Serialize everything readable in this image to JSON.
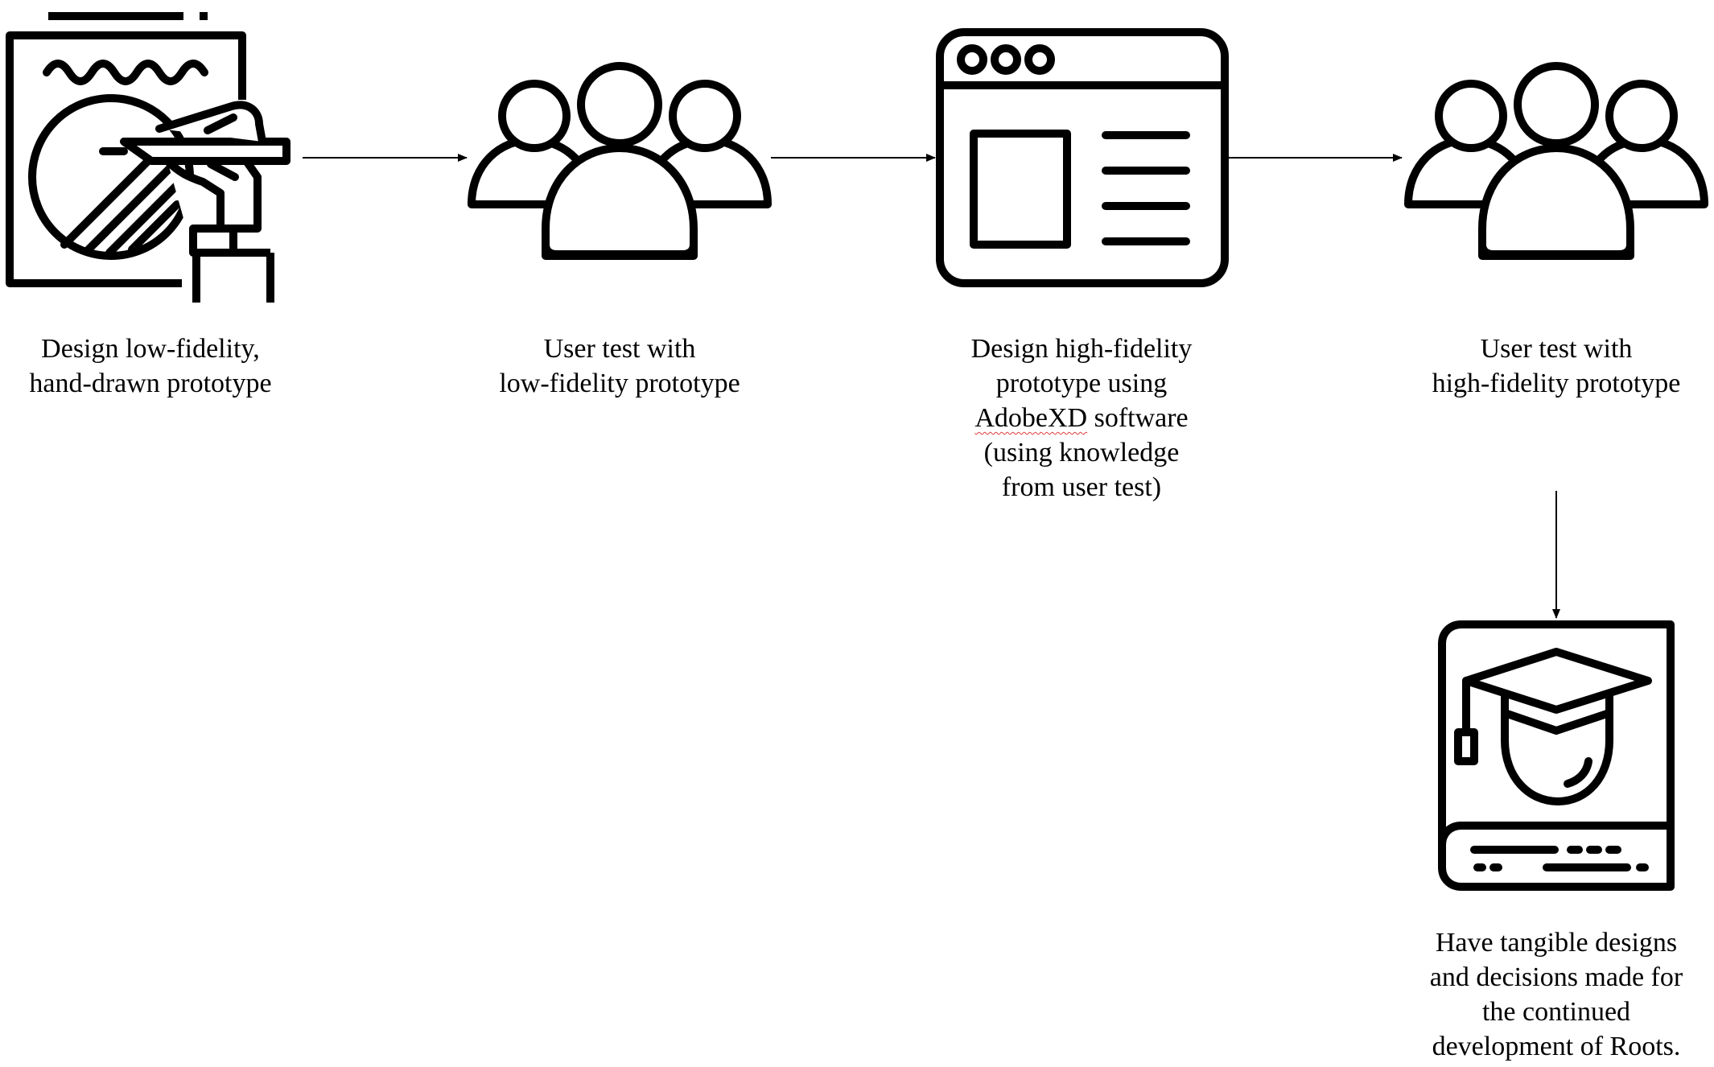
{
  "diagram": {
    "steps": [
      {
        "id": "step-1",
        "icon": "sketch-drawing-icon",
        "label_lines": [
          "Design low-fidelity,",
          "hand-drawn prototype"
        ]
      },
      {
        "id": "step-2",
        "icon": "user-group-icon",
        "label_lines": [
          "User test with",
          "low-fidelity prototype"
        ]
      },
      {
        "id": "step-3",
        "icon": "browser-window-icon",
        "label_lines": [
          "Design high-fidelity",
          "prototype using",
          "AdobeXD",
          " software",
          "(using knowledge",
          "from user test)"
        ]
      },
      {
        "id": "step-4",
        "icon": "user-group-icon",
        "label_lines": [
          "User test with",
          "high-fidelity prototype"
        ]
      },
      {
        "id": "step-5",
        "icon": "graduation-book-icon",
        "label_lines": [
          "Have tangible designs",
          "and decisions made for",
          "the continued",
          "development of Roots."
        ]
      }
    ],
    "connections": [
      {
        "from": "step-1",
        "to": "step-2"
      },
      {
        "from": "step-2",
        "to": "step-3"
      },
      {
        "from": "step-3",
        "to": "step-4"
      },
      {
        "from": "step-4",
        "to": "step-5"
      }
    ],
    "colors": {
      "stroke": "#000000",
      "background": "#ffffff",
      "spellcheck_underline": "#e03b3b"
    }
  }
}
